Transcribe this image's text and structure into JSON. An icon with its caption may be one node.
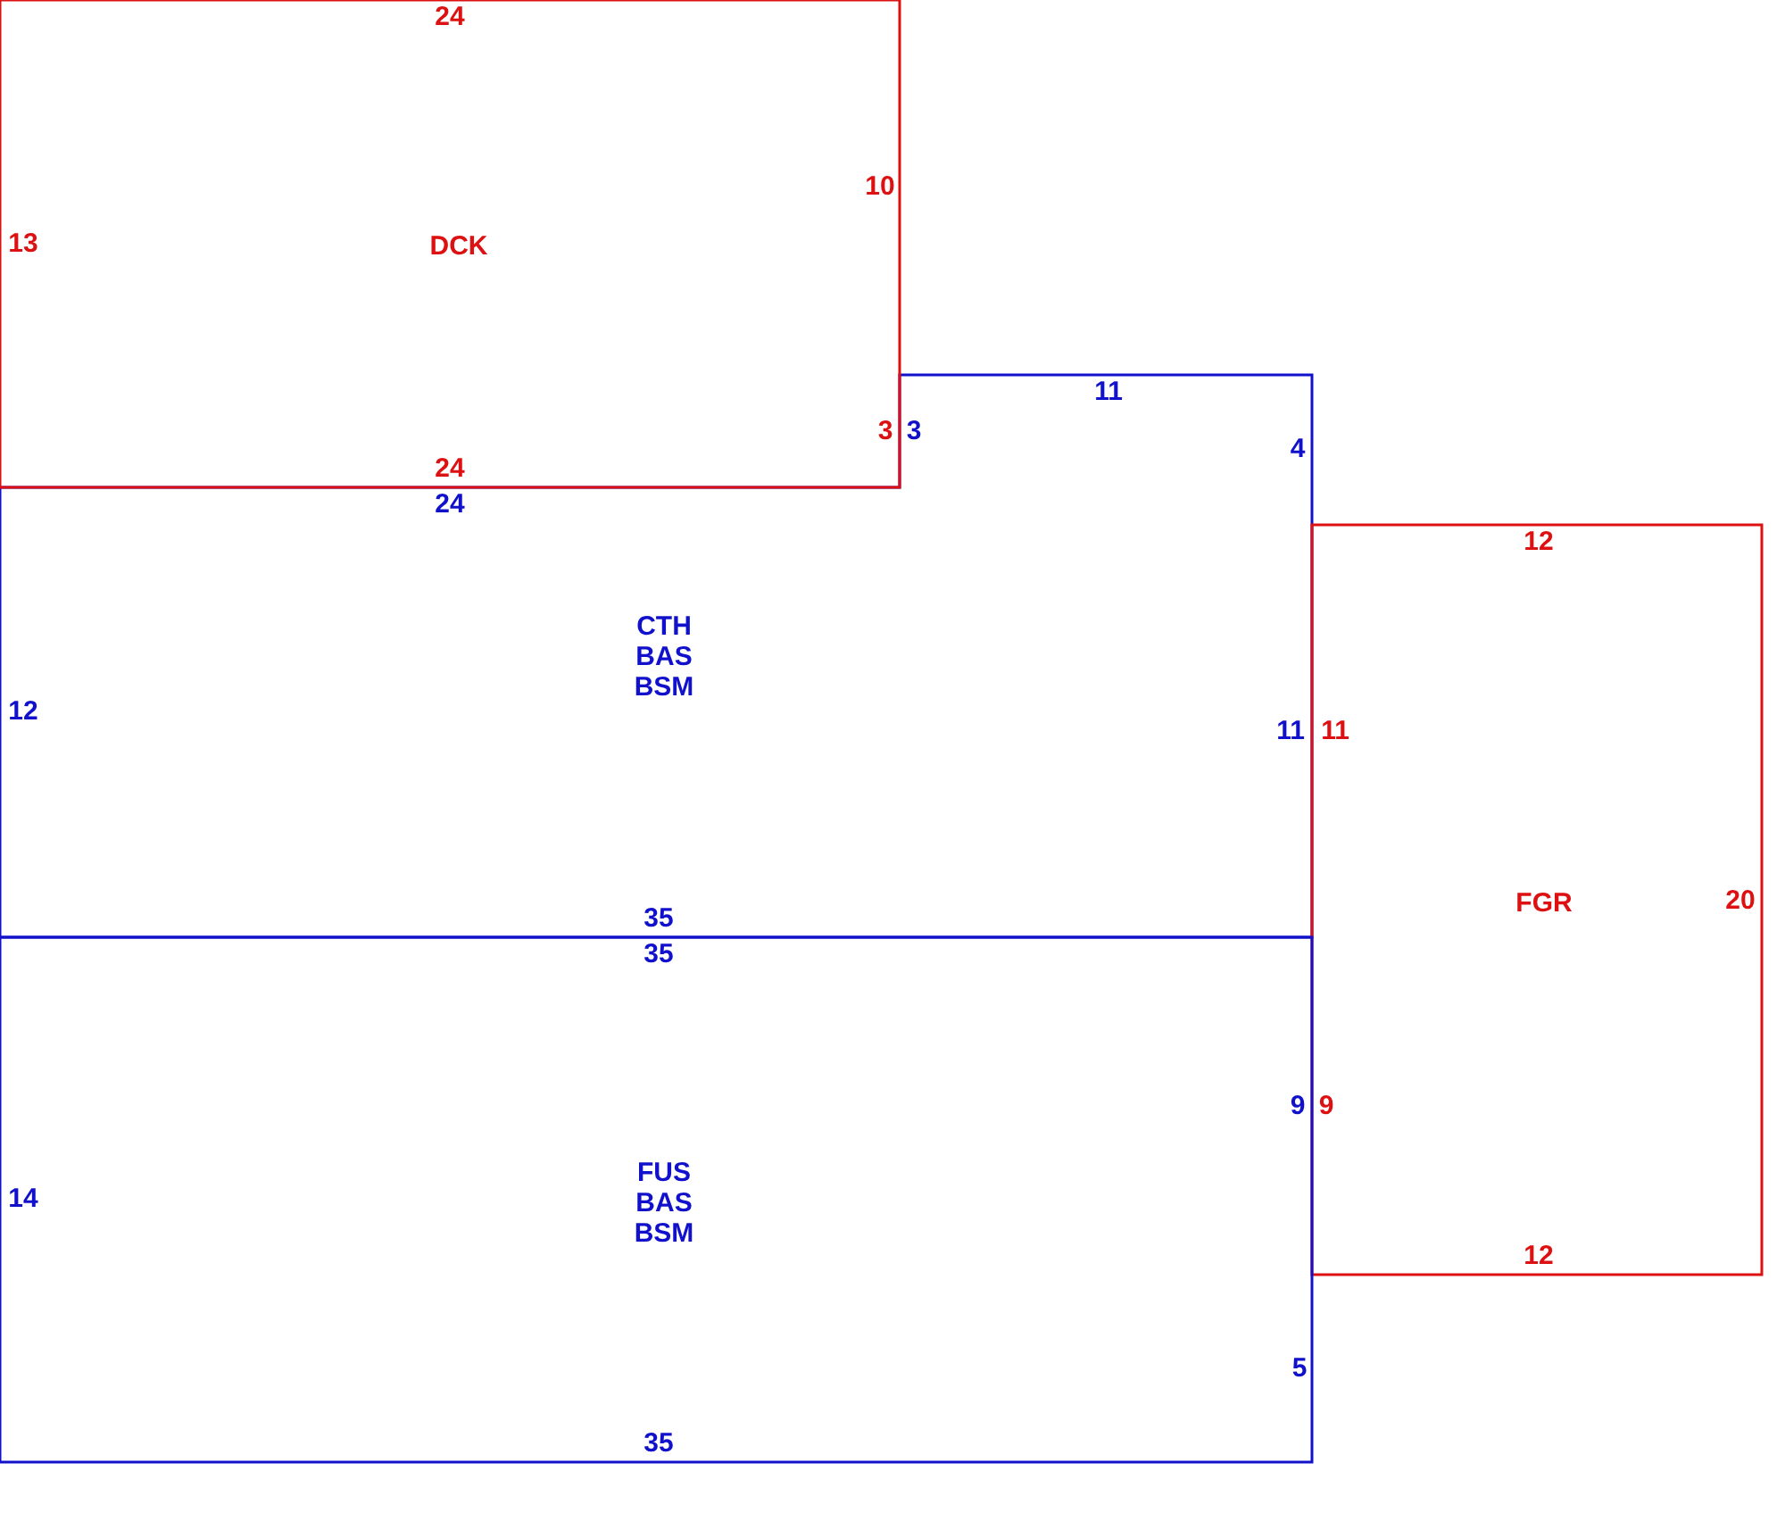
{
  "diagram": {
    "nodes": [
      {
        "text": [
          "CTH",
          "BAS",
          "BSM"
        ]
      },
      {
        "text": [
          "DCK"
        ]
      },
      {
        "text": [
          "FGR"
        ]
      },
      {
        "text": [
          "FUS",
          "BAS",
          "BSM"
        ]
      }
    ],
    "labels": [
      "24",
      "10",
      "13",
      "11",
      "3",
      "3",
      "4",
      "24",
      "24",
      "12",
      "12",
      "11",
      "11",
      "20",
      "35",
      "35",
      "9",
      "9",
      "14",
      "12",
      "5",
      "35"
    ]
  }
}
